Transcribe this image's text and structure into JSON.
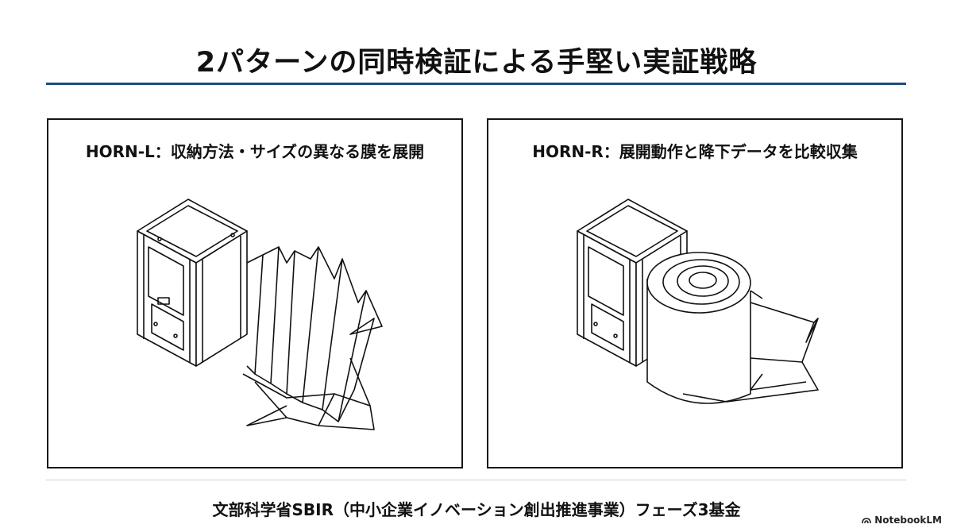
{
  "slide": {
    "title": "2パターンの同時検証による手堅い実証戦略",
    "footer": "文部科学省SBIR（中小企業イノベーション創出推進事業）フェーズ3基金",
    "brand": "NotebookLM",
    "accent_color": "#1f4e79"
  },
  "panels": [
    {
      "caption": "HORN-L：収納方法・サイズの異なる膜を展開",
      "illustration": "cubesat-with-accordion-folded-membrane"
    },
    {
      "caption": "HORN-R：展開動作と降下データを比較収集",
      "illustration": "cubesat-with-rolled-membrane"
    }
  ]
}
